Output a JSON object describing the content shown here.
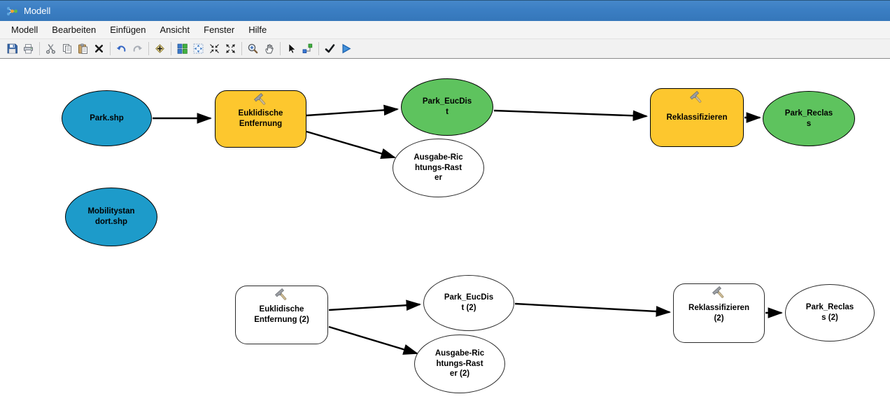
{
  "window": {
    "title": "Modell"
  },
  "menu": {
    "items": [
      "Modell",
      "Bearbeiten",
      "Einfügen",
      "Ansicht",
      "Fenster",
      "Hilfe"
    ]
  },
  "toolbar": {
    "buttons": [
      "save",
      "print",
      "cut",
      "copy",
      "paste",
      "delete",
      "undo",
      "redo",
      "add-data",
      "auto-layout",
      "full-extent",
      "fixed-zoom-in",
      "fixed-zoom-out",
      "zoom-in",
      "pan",
      "select",
      "connect",
      "validate",
      "run"
    ]
  },
  "colors": {
    "titlebar": "#3b7ec3",
    "input_node": "#1d9bca",
    "tool_node": "#fdc72e",
    "output_node": "#5ec35e",
    "empty_node": "#ffffff",
    "connector": "#000000",
    "run_accent": "#2d7fd0"
  },
  "diagram": {
    "nodes": [
      {
        "id": "park_shp",
        "type": "input-data",
        "label": "Park.shp"
      },
      {
        "id": "euklidische_entfernung",
        "type": "tool",
        "label": "Euklidische\nEntfernung"
      },
      {
        "id": "park_eucdist",
        "type": "output-data",
        "label": "Park_EucDis\nt"
      },
      {
        "id": "ausgabe_richtungs_raster",
        "type": "output-data-empty",
        "label": "Ausgabe-Ric\nhtungs-Rast\ner"
      },
      {
        "id": "reklassifizieren",
        "type": "tool",
        "label": "Reklassifizieren"
      },
      {
        "id": "park_reclass",
        "type": "output-data",
        "label": "Park_Reclas\ns"
      },
      {
        "id": "mobilitystandort_shp",
        "type": "input-data",
        "label": "Mobilitystan\ndort.shp"
      },
      {
        "id": "euklidische_entfernung_2",
        "type": "tool-not-ready",
        "label": "Euklidische\nEntfernung (2)"
      },
      {
        "id": "park_eucdist_2",
        "type": "output-data-empty",
        "label": "Park_EucDis\nt (2)"
      },
      {
        "id": "ausgabe_richtungs_raster_2",
        "type": "output-data-empty",
        "label": "Ausgabe-Ric\nhtungs-Rast\ner (2)"
      },
      {
        "id": "reklassifizieren_2",
        "type": "tool-not-ready",
        "label": "Reklassifizieren\n(2)"
      },
      {
        "id": "park_reclass_2",
        "type": "output-data-empty",
        "label": "Park_Reclas\ns (2)"
      }
    ],
    "edges": [
      {
        "from": "park_shp",
        "to": "euklidische_entfernung"
      },
      {
        "from": "euklidische_entfernung",
        "to": "park_eucdist"
      },
      {
        "from": "euklidische_entfernung",
        "to": "ausgabe_richtungs_raster"
      },
      {
        "from": "park_eucdist",
        "to": "reklassifizieren"
      },
      {
        "from": "reklassifizieren",
        "to": "park_reclass"
      },
      {
        "from": "euklidische_entfernung_2",
        "to": "park_eucdist_2"
      },
      {
        "from": "euklidische_entfernung_2",
        "to": "ausgabe_richtungs_raster_2"
      },
      {
        "from": "park_eucdist_2",
        "to": "reklassifizieren_2"
      },
      {
        "from": "reklassifizieren_2",
        "to": "park_reclass_2"
      }
    ]
  }
}
